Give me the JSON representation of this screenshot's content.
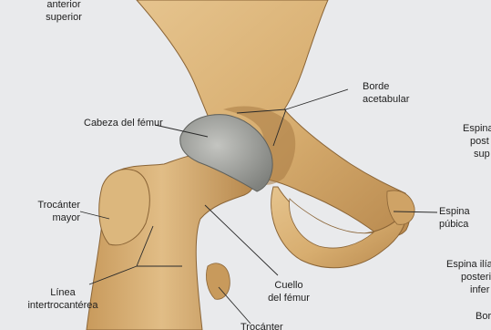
{
  "labels": {
    "espina_iliaca_anterior_superior": [
      "anterior",
      "superior"
    ],
    "cabeza_femur": "Cabeza del fémur",
    "borde_acetabular": [
      "Borde",
      "acetabular"
    ],
    "espina_isquiatica_partial": [
      "Espina",
      "post",
      "sup"
    ],
    "trocanter_mayor": [
      "Trocánter",
      "mayor"
    ],
    "espina_pubica": [
      "Espina",
      "púbica"
    ],
    "linea_intertrocanterea": [
      "Línea",
      "intertrocantérea"
    ],
    "cuello_femur": [
      "Cuello",
      "del fémur"
    ],
    "espina_iliaca_posterior_inferior": [
      "Espina ilía",
      "posteri",
      "infer"
    ],
    "trocanter_menor_partial": "Trocánter",
    "bor_partial": "Bor"
  },
  "colors": {
    "background": "#e9eaec",
    "bone": "#d9b277",
    "bone_shadow": "#b88a4e",
    "cartilage": "#9a9c98",
    "leader": "#2a2a2a"
  }
}
